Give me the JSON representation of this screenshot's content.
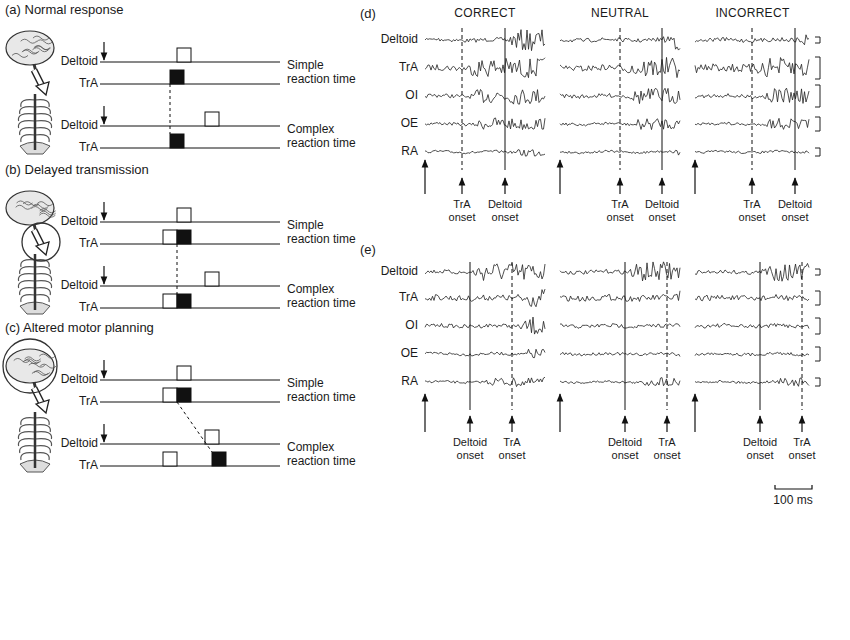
{
  "diagram": {
    "labels": [
      "(a) Normal response",
      "Deltoid",
      "TrA",
      "Simple reaction time",
      "Deltoid",
      "TrA",
      "Complex reaction time",
      "(b) Delayed transmission",
      "Deltoid",
      "TrA",
      "Simple reaction time",
      "Deltoid",
      "TrA",
      "Complex reaction time",
      "(c) Altered motor planning",
      "Deltoid",
      "TrA",
      "Simple reaction time",
      "Deltoid",
      "TrA",
      "Complex reaction time",
      "(d)",
      "CORRECT",
      "NEUTRAL",
      "INCORRECT",
      "Deltoid",
      "TrA",
      "OI",
      "OE",
      "RA",
      "TrA onset",
      "Deltoid onset",
      "TrA onset",
      "Deltoid onset",
      "TrA onset",
      "Deltoid onset",
      "(e)",
      "Deltoid",
      "TrA",
      "OI",
      "OE",
      "RA",
      "Deltoid onset",
      "TrA onset",
      "Deltoid onset",
      "TrA onset",
      "Deltoid onset",
      "TrA onset",
      "100 ms"
    ]
  }
}
